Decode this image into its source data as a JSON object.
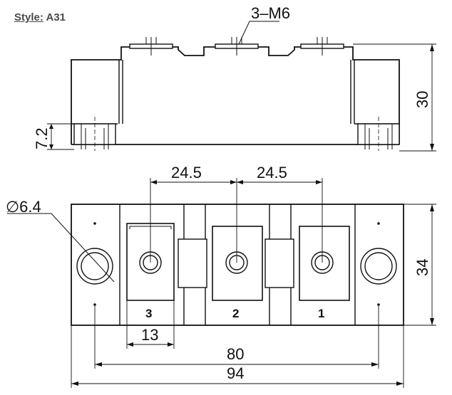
{
  "header": {
    "style_key": "Style:",
    "style_value": "A31"
  },
  "side_view": {
    "thread_callout": "3–M6",
    "height_dim": "30",
    "base_dim": "7.2"
  },
  "top_view": {
    "pitch_left": "24.5",
    "pitch_right": "24.5",
    "hole_diameter": "∅6.4",
    "body_height": "34",
    "terminal_width": "13",
    "hole_spacing": "80",
    "overall_length": "94",
    "terminal_labels": [
      "3",
      "2",
      "1"
    ]
  },
  "colors": {
    "ink": "#111111",
    "header_text": "#4a4a4a"
  }
}
